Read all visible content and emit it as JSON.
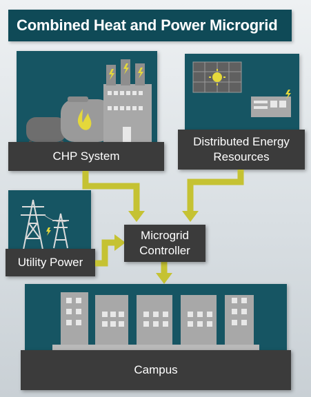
{
  "title": "Combined Heat and Power Microgrid",
  "nodes": {
    "chp": "CHP System",
    "der_line1": "Distributed Energy",
    "der_line2": "Resources",
    "controller_line1": "Microgrid",
    "controller_line2": "Controller",
    "utility": "Utility Power",
    "campus": "Campus"
  },
  "colors": {
    "panel": "#165563",
    "title_bar": "#0f4a57",
    "label_bg": "#3b3b3b",
    "arrow": "#c5c233",
    "icon_gray": "#8f8f8f",
    "lightning": "#e4d83b"
  }
}
